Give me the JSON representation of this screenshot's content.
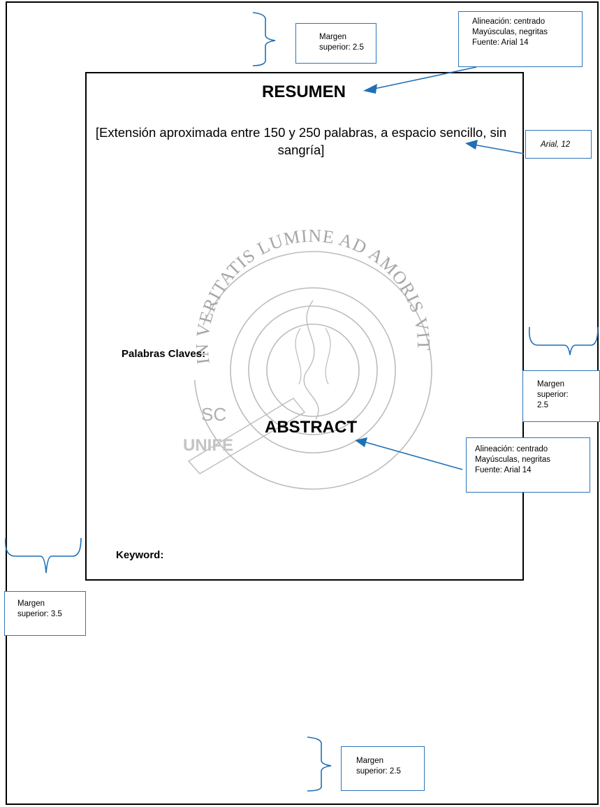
{
  "page": {
    "title": "RESUMEN",
    "placeholder_text": "[Extensión aproximada entre 150 y 250 palabras, a espacio sencillo, sin sangría]",
    "keywords_label": "Palabras Claves:",
    "abstract_title": "ABSTRACT",
    "keyword_label": "Keyword:"
  },
  "watermark": {
    "motto": "IN VERITATIS LUMINE AD AMORIS VITAM",
    "initials": "SC",
    "name": "UNIFE"
  },
  "callouts": {
    "top_margin": {
      "line1": "Margen",
      "line2": "superior: 2.5"
    },
    "title_format": {
      "line1": "Alineación: centrado",
      "line2": "Mayúsculas, negritas",
      "line3": "Fuente: Arial 14"
    },
    "body_font": {
      "line1": "Arial, 12"
    },
    "right_margin": {
      "line1": "Margen",
      "line2": "superior:",
      "line3": "2.5"
    },
    "abstract_format": {
      "line1": "Alineación: centrado",
      "line2": "Mayúsculas, negritas",
      "line3": "Fuente: Arial 14"
    },
    "left_margin": {
      "line1": "Margen",
      "line2": "superior: 3.5"
    },
    "bottom_margin": {
      "line1": "Margen",
      "line2": "superior: 2.5"
    }
  },
  "colors": {
    "arrow": "#1f6fb5",
    "callout_border": "#2e75b6",
    "watermark": "#9a9a9a"
  }
}
